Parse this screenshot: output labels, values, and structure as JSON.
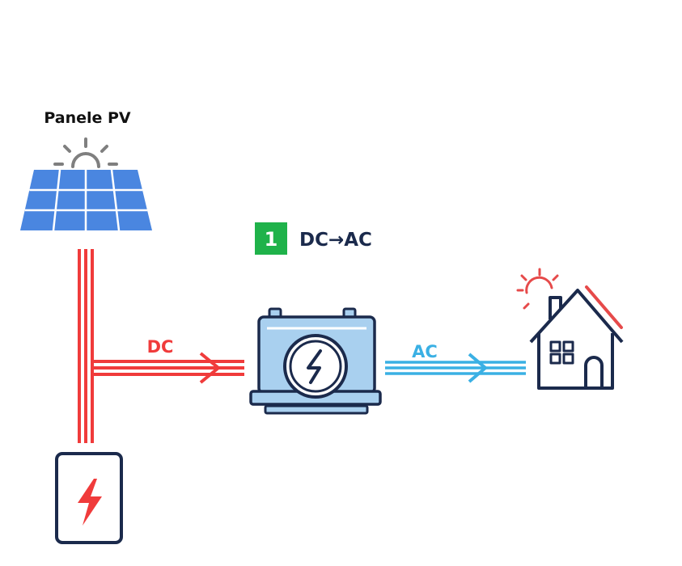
{
  "labels": {
    "pv_title": "Panele PV",
    "dc": "DC",
    "ac": "AC",
    "step_number": "1",
    "step_text": "DC→AC"
  },
  "colors": {
    "dc_red": "#f03b3b",
    "ac_blue": "#3ab0e4",
    "panel_blue": "#4a86e0",
    "inverter_fill": "#a9d0ef",
    "navy": "#1b2a4c",
    "badge_green": "#1fb24a",
    "sun_gray": "#7f7f7f",
    "house_sun_red": "#e64a4a"
  },
  "icons": {
    "pv": "solar-panel-icon",
    "inverter": "inverter-icon",
    "house": "house-icon",
    "battery": "battery-icon"
  }
}
